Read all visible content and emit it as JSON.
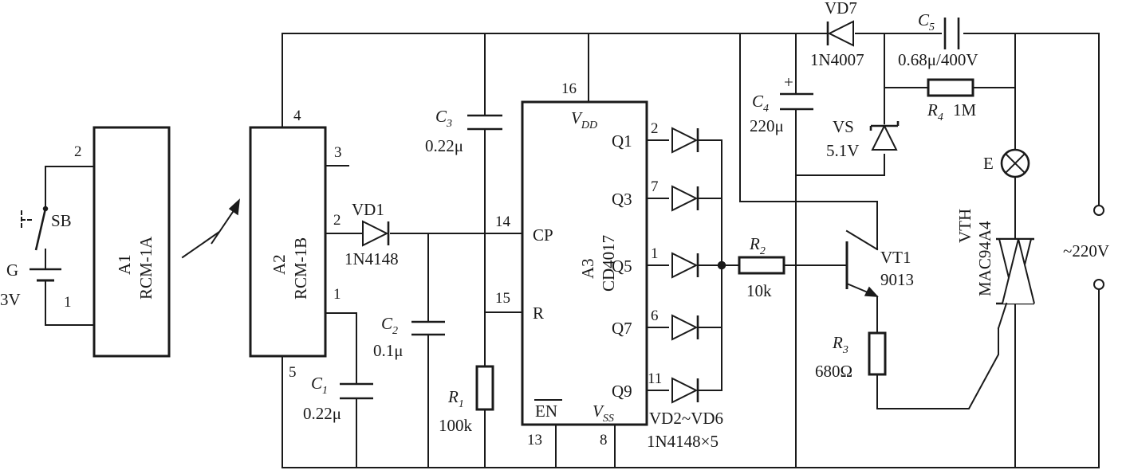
{
  "battery": {
    "name": "G",
    "voltage": "3V",
    "pin_pos": "2",
    "pin_neg": "1"
  },
  "switch": {
    "name": "SB"
  },
  "transmitter": {
    "name": "A1",
    "model": "RCM-1A"
  },
  "receiver": {
    "name": "A2",
    "model": "RCM-1B",
    "pin_vdd": "4",
    "pin_3": "3",
    "pin_out": "2",
    "pin_1": "1",
    "pin_gnd": "5"
  },
  "vd1": {
    "name": "VD1",
    "model": "1N4148"
  },
  "c1": {
    "sym": "C",
    "idx": "1",
    "value": "0.22μ"
  },
  "c2": {
    "sym": "C",
    "idx": "2",
    "value": "0.1μ"
  },
  "c3": {
    "sym": "C",
    "idx": "3",
    "value": "0.22μ"
  },
  "r1": {
    "sym": "R",
    "idx": "1",
    "value": "100k"
  },
  "counter": {
    "name": "A3",
    "model": "CD4017",
    "vdd": "V",
    "vdd_sub": "DD",
    "vss": "V",
    "vss_sub": "SS",
    "en": "EN",
    "cp": "CP",
    "r": "R",
    "pin_vdd": "16",
    "pin_cp": "14",
    "pin_r": "15",
    "pin_en": "13",
    "pin_vss": "8",
    "outputs": [
      {
        "name": "Q1",
        "pin": "2"
      },
      {
        "name": "Q3",
        "pin": "7"
      },
      {
        "name": "Q5",
        "pin": "1"
      },
      {
        "name": "Q7",
        "pin": "6"
      },
      {
        "name": "Q9",
        "pin": "11"
      }
    ]
  },
  "diodes_group": {
    "name": "VD2~VD6",
    "model": "1N4148×5"
  },
  "r2": {
    "sym": "R",
    "idx": "2",
    "value": "10k"
  },
  "vt1": {
    "name": "VT1",
    "model": "9013"
  },
  "r3": {
    "sym": "R",
    "idx": "3",
    "value": "680Ω"
  },
  "vd7": {
    "name": "VD7",
    "model": "1N4007"
  },
  "c4": {
    "sym": "C",
    "idx": "4",
    "value": "220μ",
    "polarity": "+"
  },
  "vs": {
    "name": "VS",
    "value": "5.1V"
  },
  "c5": {
    "sym": "C",
    "idx": "5",
    "value": "0.68μ/400V"
  },
  "r4": {
    "sym": "R",
    "idx": "4",
    "value": "1M"
  },
  "lamp": {
    "name": "E"
  },
  "triac": {
    "name": "VTH",
    "model": "MAC94A4"
  },
  "mains": {
    "label": "~220V"
  }
}
